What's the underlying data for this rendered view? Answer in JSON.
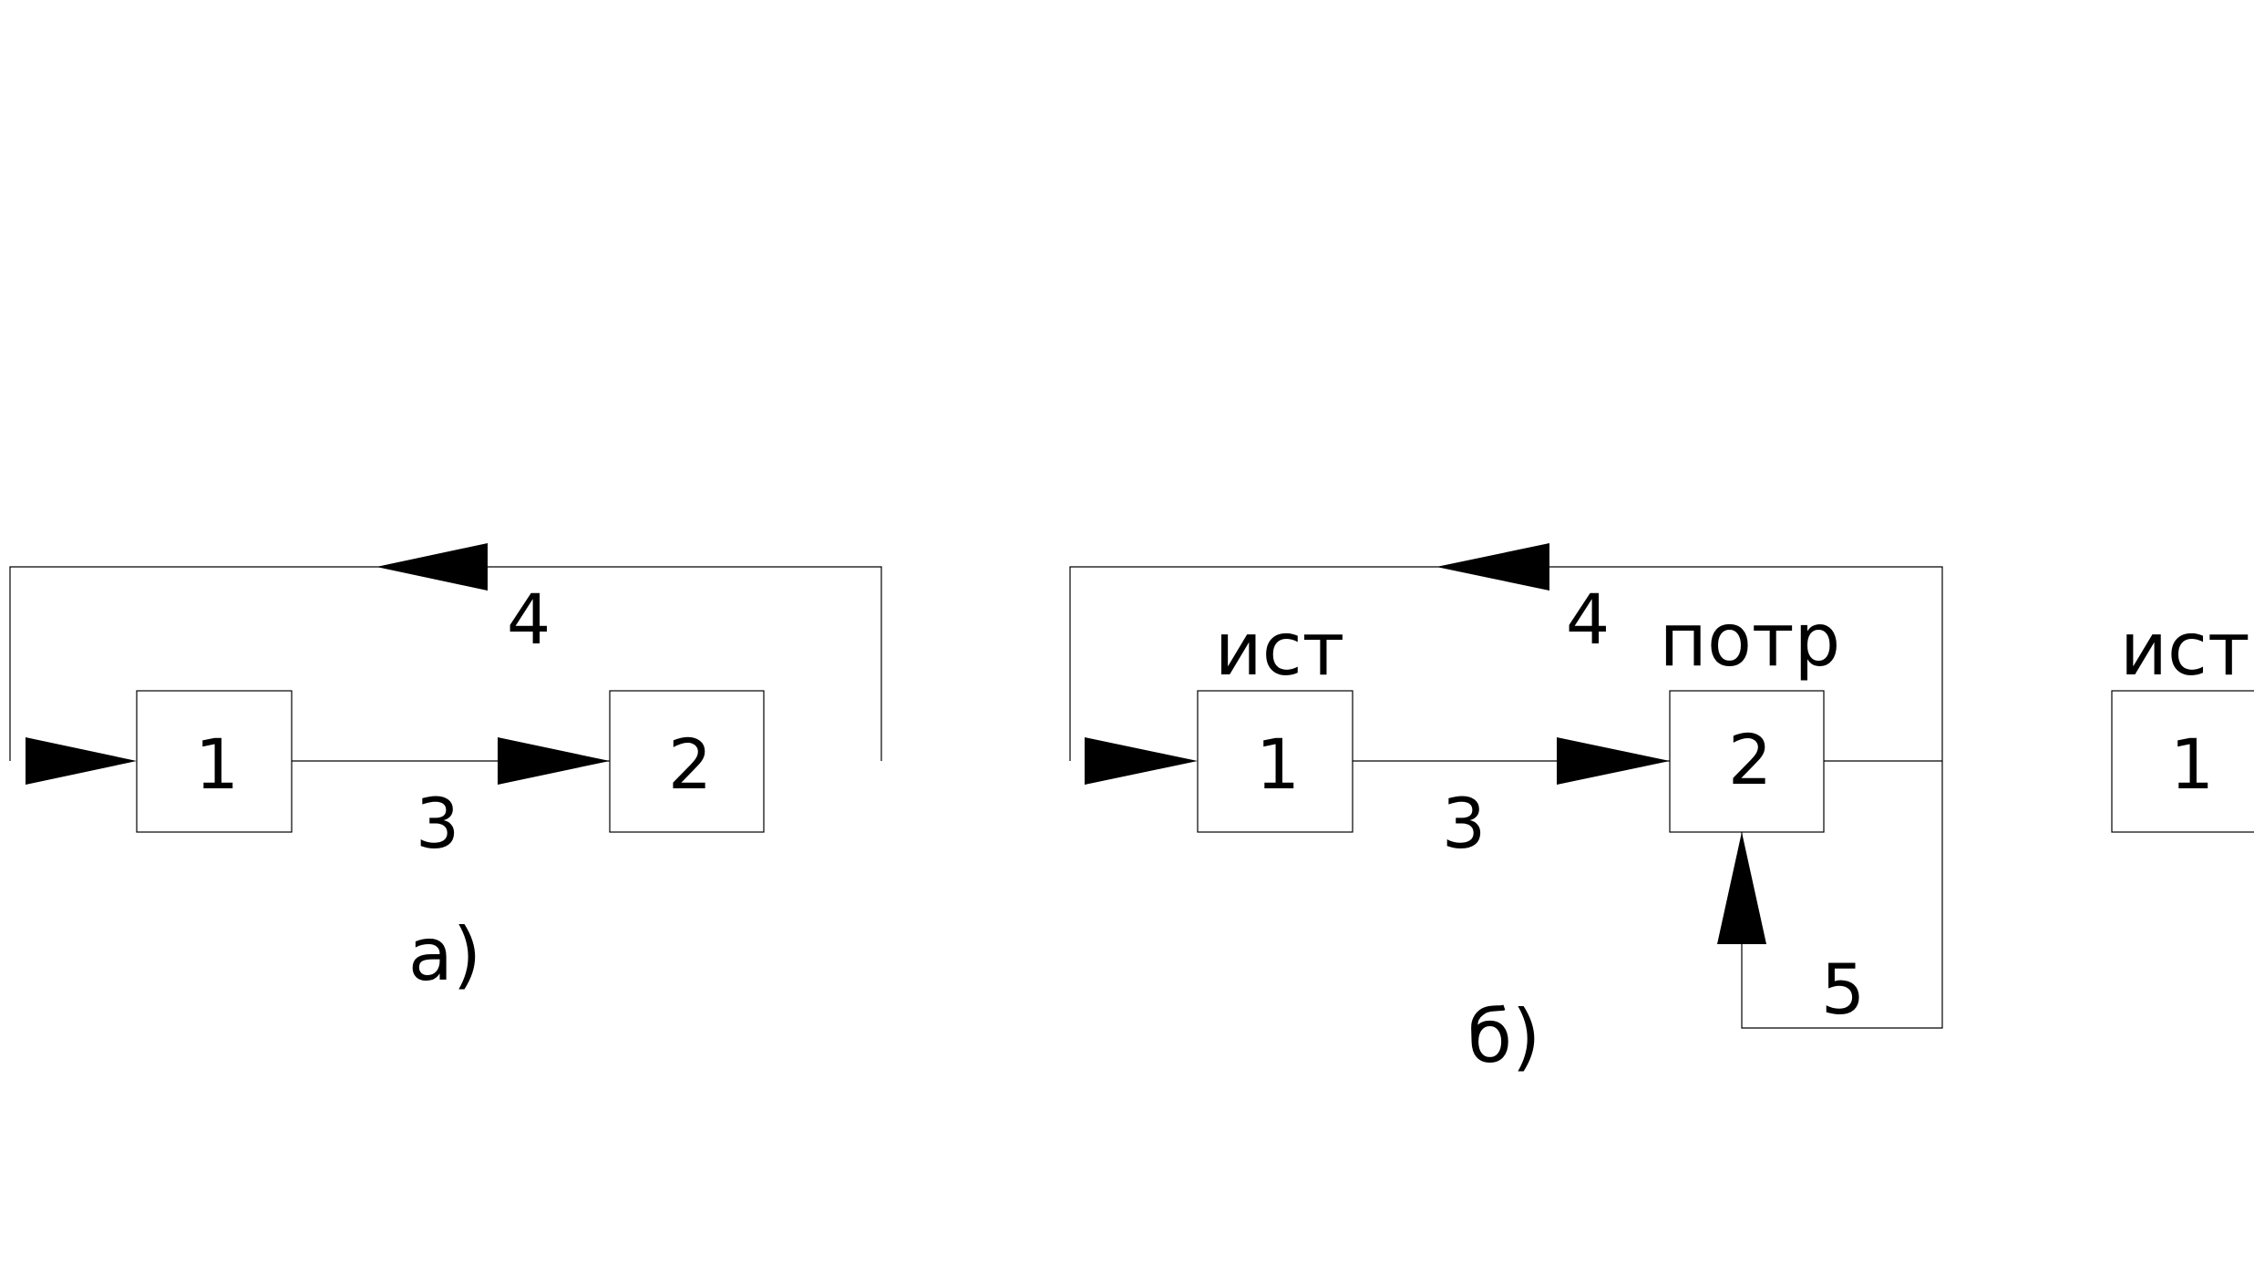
{
  "diagram_a": {
    "block_1": "1",
    "block_2": "2",
    "link_forward": "3",
    "link_feedback": "4",
    "caption": "а)"
  },
  "diagram_b": {
    "block_1": "1",
    "block_2": "2",
    "block_1_label": "ист",
    "block_2_label": "потр",
    "link_forward": "3",
    "link_feedback": "4",
    "link_local": "5",
    "caption": "б)"
  },
  "diagram_c": {
    "block_1": "1",
    "block_1_label": "ист"
  },
  "colors": {
    "line": "#000000",
    "background": "#ffffff"
  }
}
